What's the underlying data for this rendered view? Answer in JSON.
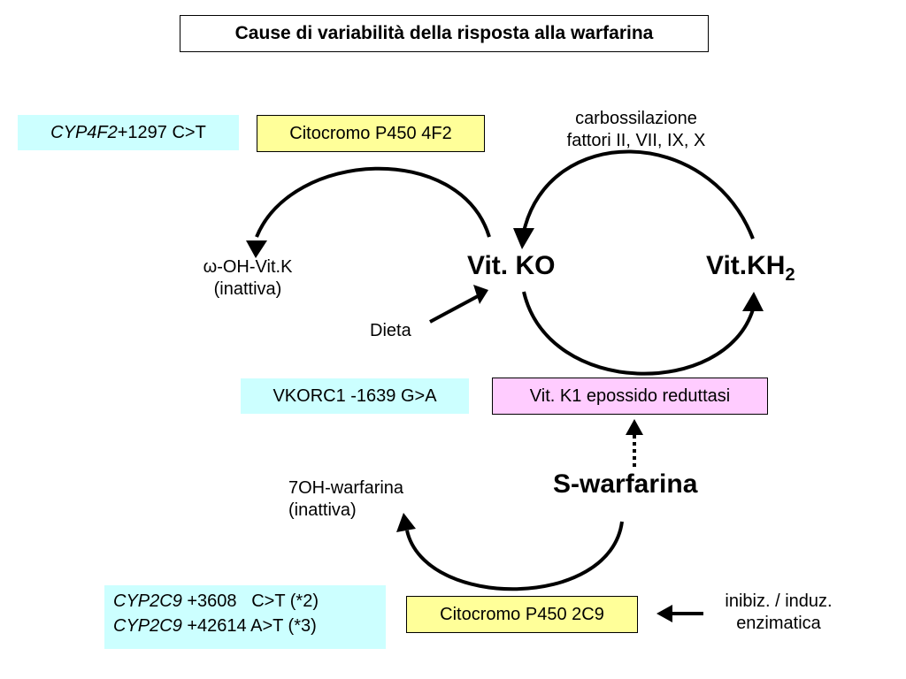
{
  "title": "Cause di variabilità della risposta alla warfarina",
  "cyp4f2": {
    "gene": "CYP4F2",
    "variant": " +1297 C>T"
  },
  "cyp4f2_enzyme": "Citocromo P450 4F2",
  "carboxylation": {
    "line1": "carbossilazione",
    "line2": "fattori II, VII, IX, X"
  },
  "omega": {
    "line1": "ω-OH-Vit.K",
    "line2": "(inattiva)"
  },
  "vit_ko": "Vit. KO",
  "vit_kh2": {
    "base": "Vit.KH",
    "sub": "2"
  },
  "dieta": "Dieta",
  "vkorc1": "VKORC1 -1639 G>A",
  "reductase": "Vit. K1 epossido reduttasi",
  "s_warfarina": "S-warfarina",
  "oh_warfarina": {
    "line1": "7OH-warfarina",
    "line2": "(inattiva)"
  },
  "cyp2c9": [
    {
      "gene": "CYP2C9",
      "variant": " +3608   C>T (*2)"
    },
    {
      "gene": "CYP2C9",
      "variant": " +42614 A>T (*3)"
    }
  ],
  "cyp2c9_enzyme": "Citocromo P450 2C9",
  "inhibition": {
    "line1": "inibiz. / induz.",
    "line2": "enzimatica"
  }
}
